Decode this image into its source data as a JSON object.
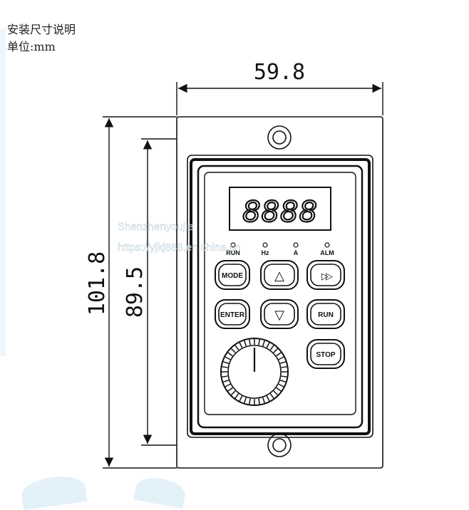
{
  "header": {
    "title": "安装尺寸说明",
    "unit": "单位:mm"
  },
  "dimensions": {
    "width": "59.8",
    "outer_height": "101.8",
    "inner_height": "89.5"
  },
  "display": {
    "digits": "8888"
  },
  "indicators": [
    {
      "label": "RUN"
    },
    {
      "label": "Hz"
    },
    {
      "label": "A"
    },
    {
      "label": "ALM"
    }
  ],
  "keys": {
    "mode": "MODE",
    "up": "△",
    "shift": "▷▷",
    "enter": "ENTER",
    "down": "▽",
    "run": "RUN",
    "stop": "STOP"
  },
  "watermark": {
    "line1": "Shenzhenyoujie",
    "line2": "https://yjkj888.en.china.cn"
  },
  "colors": {
    "line": "#111111",
    "background": "#ffffff",
    "watermark_tint": "#d6ecf5"
  }
}
